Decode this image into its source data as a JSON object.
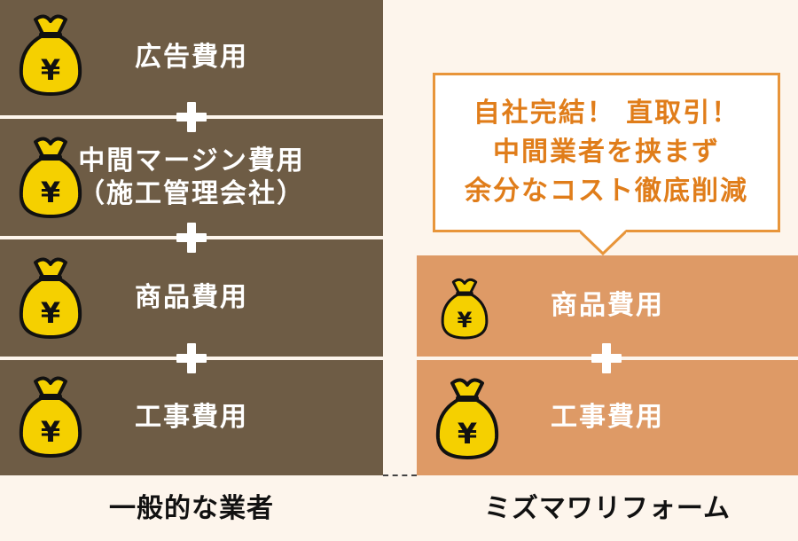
{
  "general": {
    "items": [
      {
        "label": "広告費用"
      },
      {
        "label_line1": "中間マージン費用",
        "label_line2": "（施工管理会社）"
      },
      {
        "label": "商品費用"
      },
      {
        "label": "工事費用"
      }
    ],
    "footer": "一般的な業者"
  },
  "mizuma": {
    "items": [
      {
        "label": "商品費用"
      },
      {
        "label": "工事費用"
      }
    ],
    "footer": "ミズマワリフォーム"
  },
  "callout": {
    "lines": [
      "自社完結！ 直取引！",
      "中間業者を挟まず",
      "余分なコスト徹底削減"
    ]
  },
  "icons": {
    "bag": "money-bag-yen-icon",
    "bag_symbol": "¥",
    "plus": "plus-icon"
  },
  "colors": {
    "dark_block": "#6e5c45",
    "light_block": "#de9a66",
    "bag_fill": "#f5d000",
    "callout_text": "#e07d1a",
    "callout_border": "#e8953a",
    "background": "#fdf5ec"
  }
}
